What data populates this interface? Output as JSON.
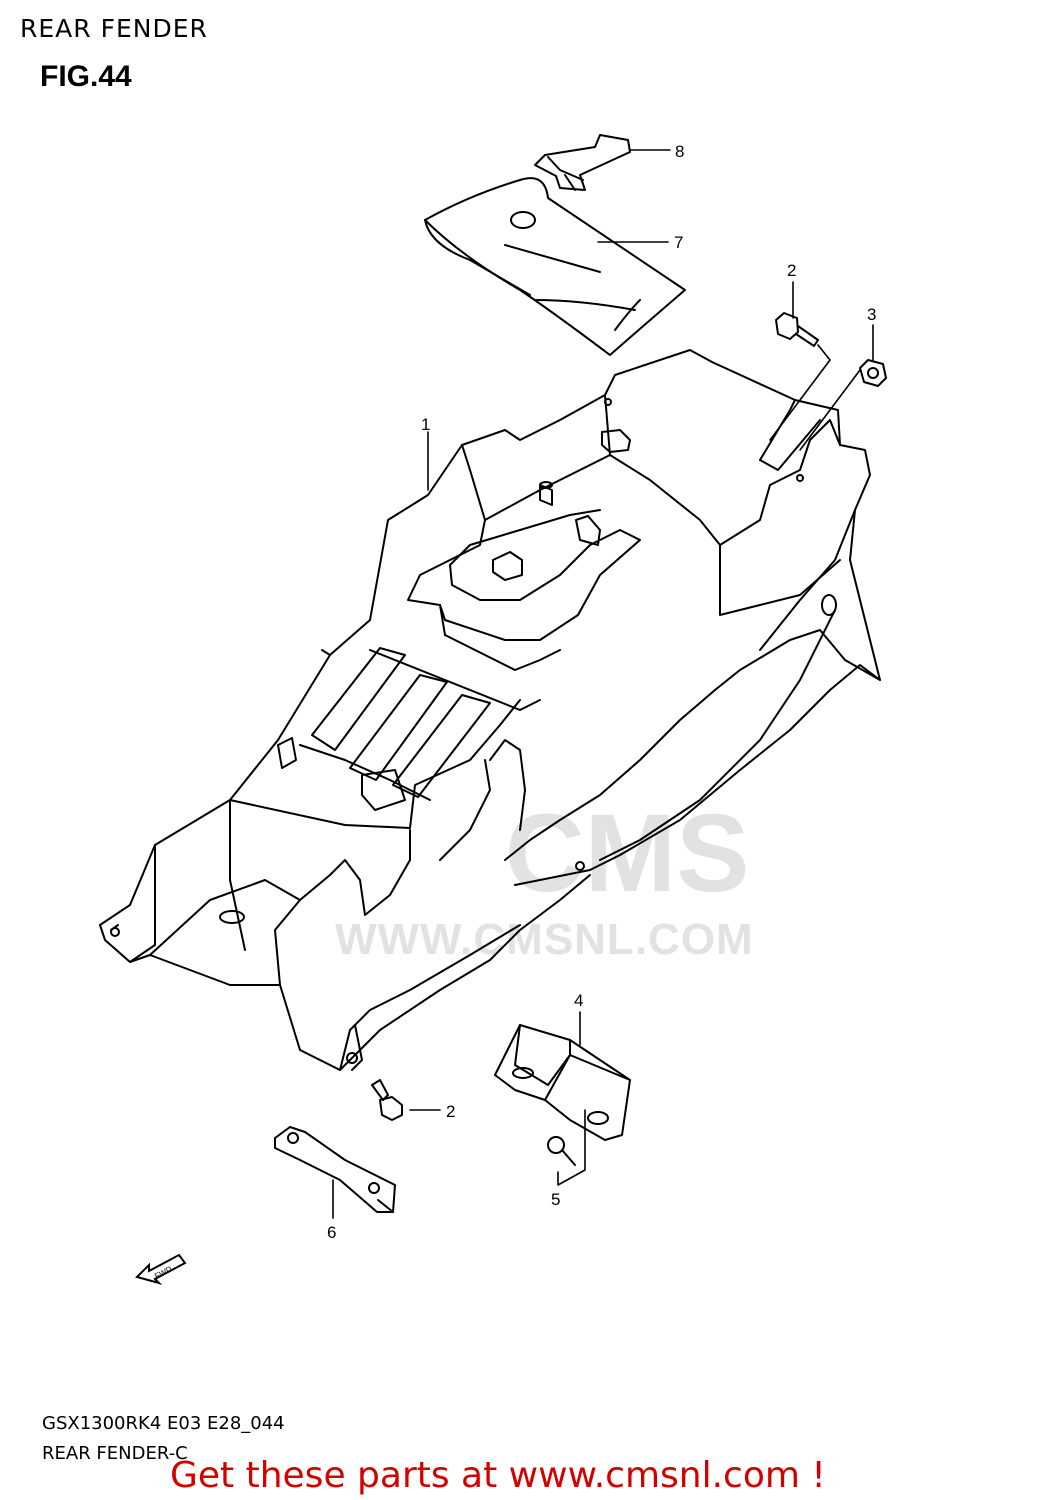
{
  "header": {
    "title": "REAR FENDER",
    "figure": "FIG.44"
  },
  "callouts": [
    "1",
    "2",
    "3",
    "4",
    "2",
    "6",
    "7",
    "8",
    "5"
  ],
  "watermark": {
    "logo": "CMS",
    "url": "WWW.CMSNL.COM"
  },
  "fwd_label": "FWD",
  "footer": {
    "model_code": "GSX1300RK4 E03 E28_044",
    "model_description": "REAR FENDER-C",
    "link": "Get these parts at www.cmsnl.com !"
  },
  "colors": {
    "link": "#d40000",
    "watermark": "#e2e2e2",
    "line": "#000000"
  }
}
